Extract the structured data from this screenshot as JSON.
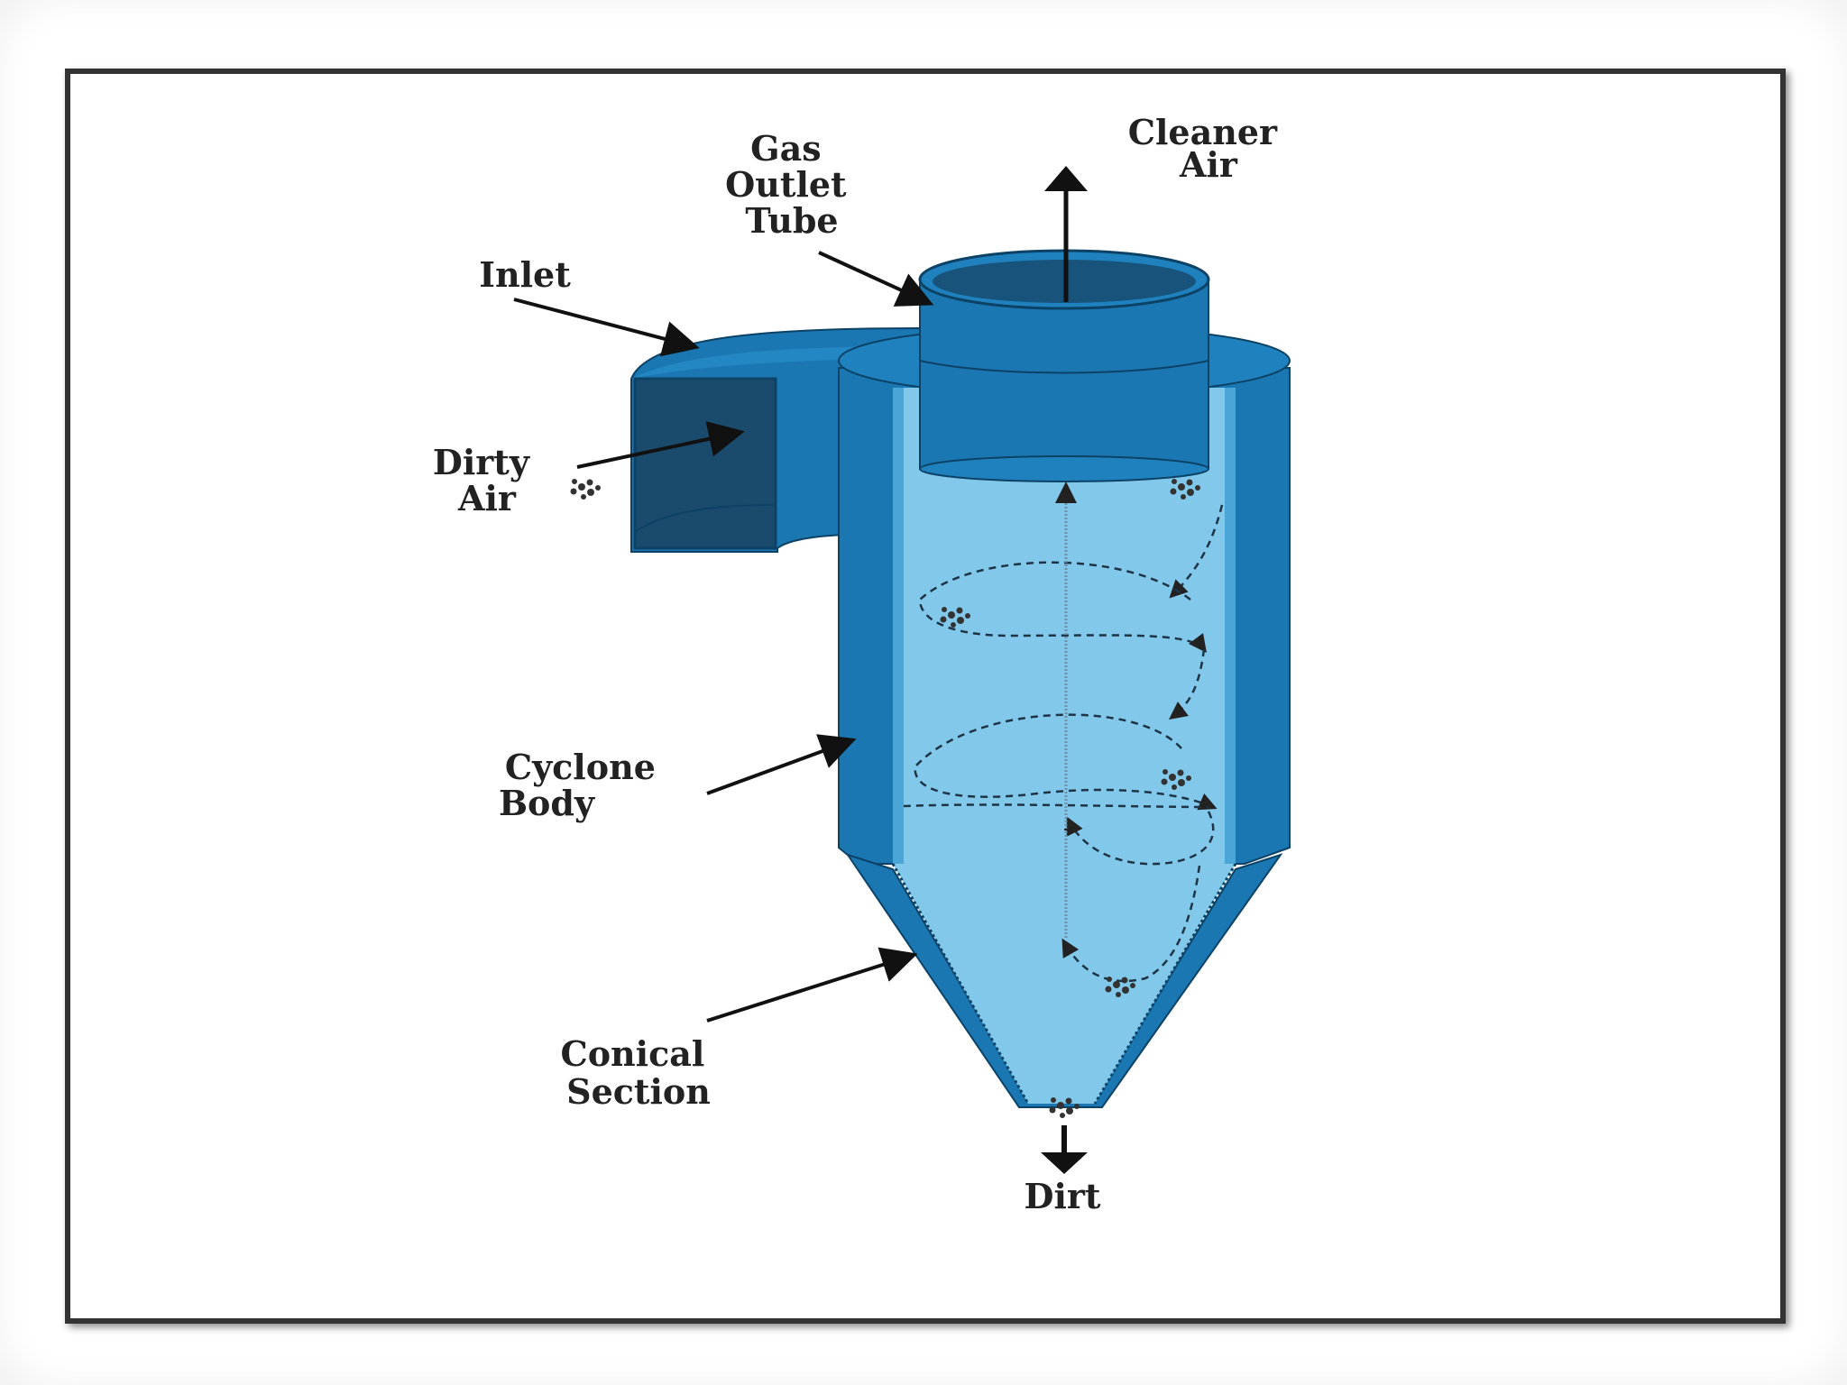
{
  "labels": {
    "gas_outlet_tube": [
      "Gas",
      "Outlet",
      "Tube"
    ],
    "cleaner_air": [
      "Cleaner",
      "Air"
    ],
    "inlet": "Inlet",
    "dirty_air": [
      "Dirty",
      "Air"
    ],
    "cyclone_body": [
      "Cyclone",
      "Body"
    ],
    "conical_section": [
      "Conical",
      "Section"
    ],
    "dirt": "Dirt"
  },
  "colors": {
    "body_outer": "#1a77b2",
    "body_dark": "#135f91",
    "inlet_dark": "#1b4b6c",
    "interior": "#82c8ea",
    "outline": "#0c4266",
    "frame": "#333333"
  },
  "icons": [
    "arrow-up-icon",
    "arrow-down-icon",
    "dust-particle-icon"
  ]
}
